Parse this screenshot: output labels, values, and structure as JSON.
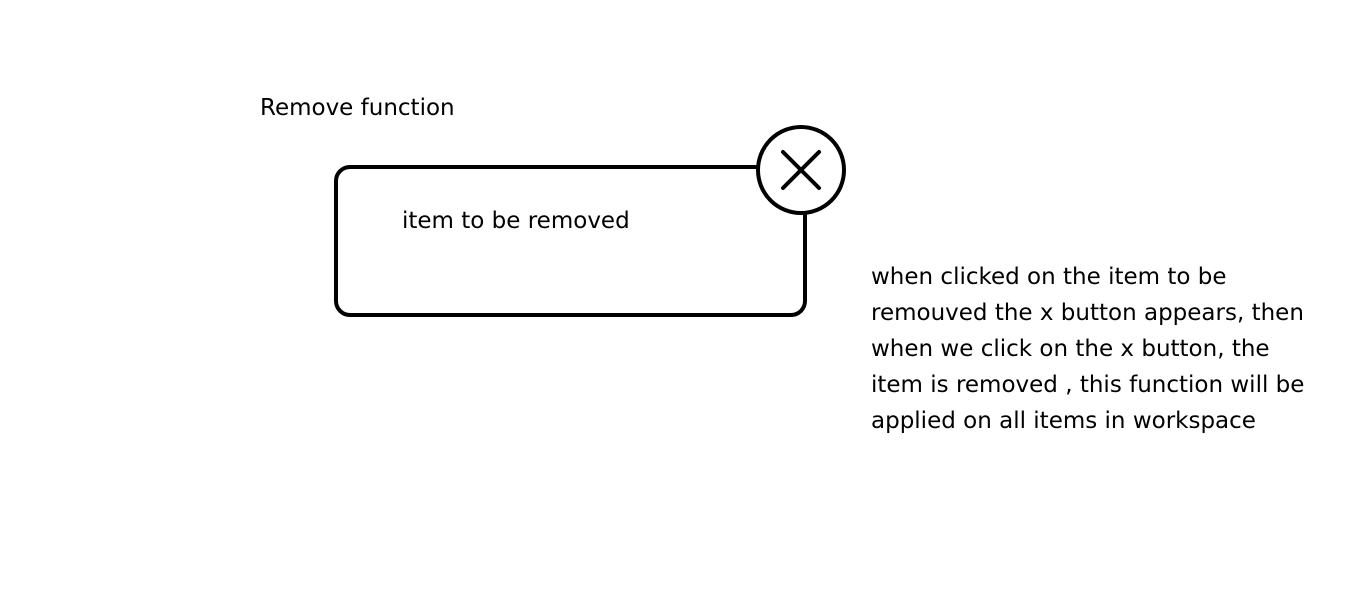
{
  "title": "Remove function",
  "item": {
    "label": "item to be removed",
    "remove_icon": "close-icon"
  },
  "note": "when clicked on the item to be\nremouved the x button appears, then\nwhen we click on the x button, the\nitem is removed , this function will be\napplied on all items in workspace",
  "colors": {
    "stroke": "#000000",
    "background": "#ffffff"
  }
}
